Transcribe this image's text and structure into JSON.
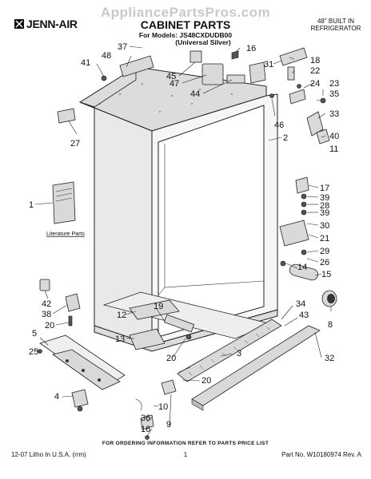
{
  "watermark": "AppliancePartsPros.com",
  "brand": "JENN-AIR",
  "title": "CABINET PARTS",
  "models_line": "For Models: JS48CXDUDB00",
  "variant": "(Universal Silver)",
  "product_line1": "48\" BUILT IN",
  "product_line2": "REFRIGERATOR",
  "literature_label": "Literature Parts",
  "footer_note": "FOR ORDERING INFORMATION REFER TO PARTS PRICE LIST",
  "footer_left": "12-07 Litho In U.S.A. (rrm)",
  "footer_page": "1",
  "footer_right": "Part No. W10180974 Rev. A",
  "callouts": [
    "37",
    "16",
    "48",
    "41",
    "45",
    "47",
    "44",
    "31",
    "18",
    "22",
    "24",
    "23",
    "35",
    "33",
    "40",
    "11",
    "27",
    "46",
    "2",
    "17",
    "39",
    "28",
    "39",
    "30",
    "21",
    "29",
    "26",
    "14",
    "15",
    "1",
    "42",
    "38",
    "20",
    "12",
    "19",
    "34",
    "43",
    "8",
    "13",
    "5",
    "25",
    "20",
    "3",
    "32",
    "4",
    "20",
    "10",
    "9",
    "36",
    "16"
  ]
}
